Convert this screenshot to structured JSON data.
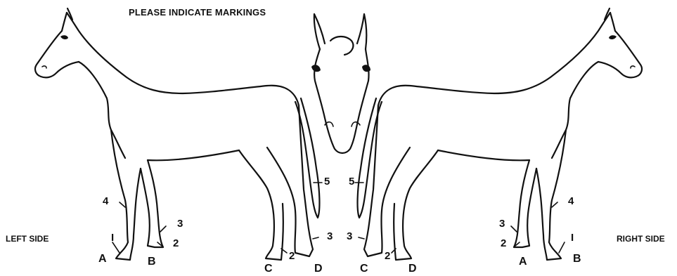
{
  "title": "PLEASE INDICATE MARKINGS",
  "left_side_label": "LEFT SIDE",
  "right_side_label": "RIGHT SIDE",
  "left_horse": {
    "labels": {
      "a": "A",
      "b": "B",
      "c": "C",
      "d": "D",
      "n1": "I",
      "n2_front": "2",
      "n3_front": "3",
      "n4": "4",
      "n5": "5",
      "n2_hind": "2",
      "n3_hind": "3"
    }
  },
  "right_horse": {
    "labels": {
      "a": "A",
      "b": "B",
      "c": "C",
      "d": "D",
      "n1": "I",
      "n2_front": "2",
      "n3_front": "3",
      "n4": "4",
      "n5": "5",
      "n2_hind": "2",
      "n3_hind": "3"
    }
  }
}
